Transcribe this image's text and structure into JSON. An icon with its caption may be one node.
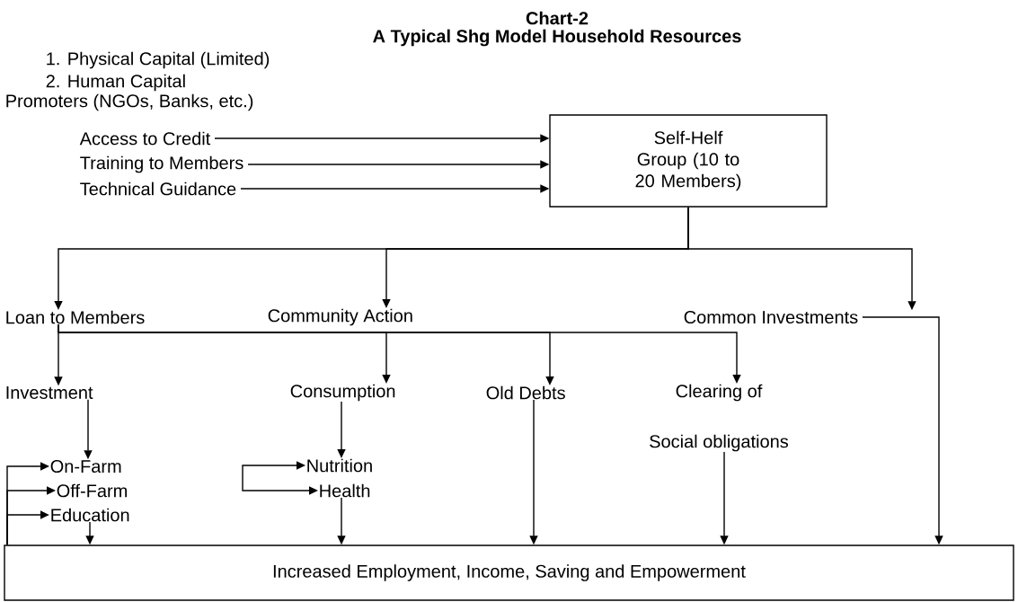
{
  "diagram": {
    "title": "A Typical Shg Model Household Resources",
    "nodes": [
      {
        "text": [
          "Self-Helf Group (10 to 20 Members)"
        ]
      },
      {
        "text": [
          "Access to Credit"
        ]
      },
      {
        "text": [
          "Training to Members"
        ]
      },
      {
        "text": [
          "Technical Guidance"
        ]
      },
      {
        "text": [
          "Loan to Members"
        ]
      },
      {
        "text": [
          "Community Action"
        ]
      },
      {
        "text": [
          "Common Investments"
        ]
      },
      {
        "text": [
          "Investment"
        ]
      },
      {
        "text": [
          "Consumption"
        ]
      },
      {
        "text": [
          "Old Debts"
        ]
      },
      {
        "text": [
          "Clearing of",
          "Social obligations"
        ]
      },
      {
        "text": [
          "On-Farm"
        ]
      },
      {
        "text": [
          "Off-Farm"
        ]
      },
      {
        "text": [
          "Education"
        ]
      },
      {
        "text": [
          "Nutrition"
        ]
      },
      {
        "text": [
          "Health"
        ]
      },
      {
        "text": [
          "Increased Employment, Income, Saving and Empowerment"
        ]
      }
    ],
    "edges": [
      {
        "from": 1,
        "to": 0,
        "arrow": "to"
      },
      {
        "from": 2,
        "to": 0,
        "arrow": "to"
      },
      {
        "from": 3,
        "to": 0,
        "arrow": "to"
      },
      {
        "from": 0,
        "to": 4,
        "arrow": "to"
      },
      {
        "from": 0,
        "to": 5,
        "arrow": "to"
      },
      {
        "from": 0,
        "to": 6,
        "arrow": "to"
      },
      {
        "from": 4,
        "to": 7,
        "arrow": "to"
      },
      {
        "from": 4,
        "to": 8,
        "arrow": "to"
      },
      {
        "from": 4,
        "to": 9,
        "arrow": "to"
      },
      {
        "from": 4,
        "to": 10,
        "arrow": "to"
      },
      {
        "from": 7,
        "to": 11,
        "arrow": "to"
      },
      {
        "from": 16,
        "to": 11,
        "arrow": "to"
      },
      {
        "from": 16,
        "to": 12,
        "arrow": "to"
      },
      {
        "from": 16,
        "to": 13,
        "arrow": "to"
      },
      {
        "from": 13,
        "to": 16,
        "arrow": "to"
      },
      {
        "from": 8,
        "to": 14,
        "arrow": "to"
      },
      {
        "from": null,
        "to": 14,
        "arrow": "to"
      },
      {
        "from": null,
        "to": 15,
        "arrow": "to"
      },
      {
        "from": 15,
        "to": 16,
        "arrow": "to"
      },
      {
        "from": 9,
        "to": 16,
        "arrow": "to"
      },
      {
        "from": 10,
        "to": 16,
        "arrow": "to"
      },
      {
        "from": 6,
        "to": 16,
        "arrow": "to"
      }
    ],
    "labels": [
      "Chart-2",
      "1. Physical Capital (Limited)",
      "2. Human Capital",
      "Promoters (NGOs, Banks, etc.)"
    ]
  }
}
